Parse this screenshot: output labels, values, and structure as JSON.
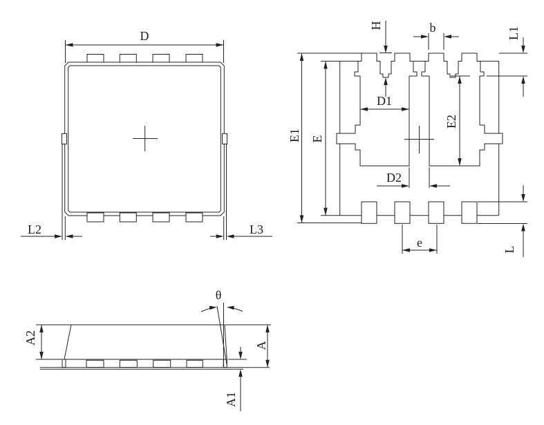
{
  "drawing": {
    "title_hint": "package-outline-drawing",
    "background": "#ffffff",
    "line_color": "#222222",
    "text_color": "#1c1c1c",
    "views": {
      "top_view": {
        "labels": {
          "D": "D",
          "L2": "L2",
          "L3": "L3"
        }
      },
      "bottom_view": {
        "labels": {
          "E1": "E1",
          "E": "E",
          "H": "H",
          "b": "b",
          "L1": "L1",
          "D1": "D1",
          "E2": "E2",
          "D2": "D2",
          "e": "e",
          "L": "L"
        }
      },
      "side_view": {
        "labels": {
          "A2": "A2",
          "A": "A",
          "A1": "A1",
          "theta": "θ"
        }
      }
    }
  }
}
